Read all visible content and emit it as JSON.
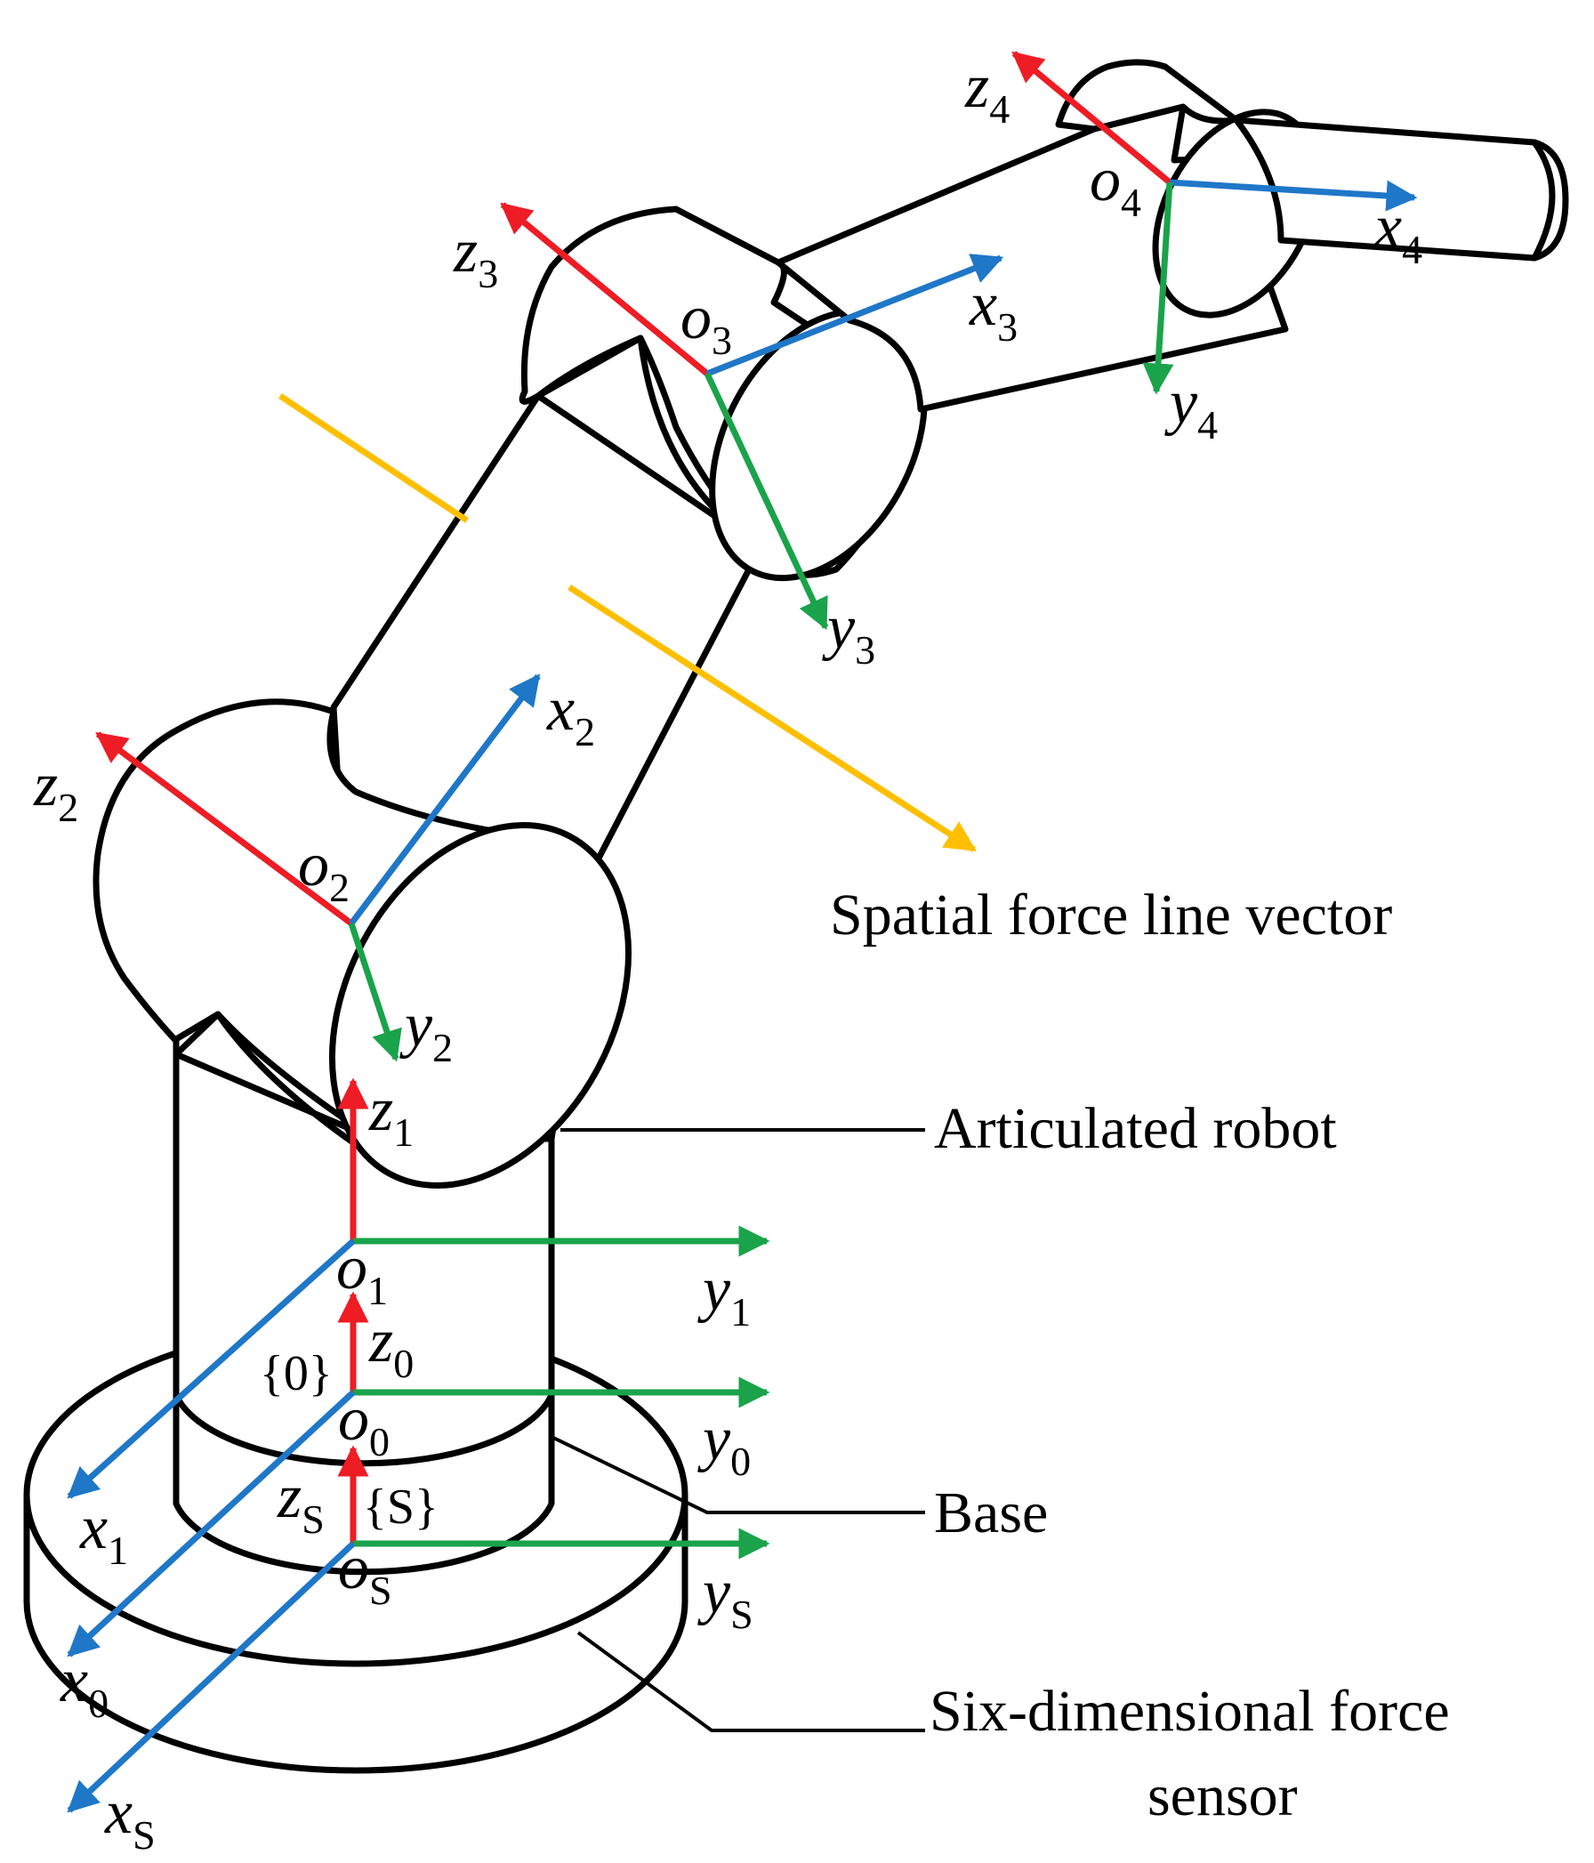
{
  "colors": {
    "z_axis": "#ee1c24",
    "x_axis": "#1f77c8",
    "y_axis": "#1aa34a",
    "force_line": "#ffbf00",
    "outline": "#000000"
  },
  "frames": {
    "o4": {
      "origin": "o",
      "origin_sub": "4",
      "z": "z",
      "z_sub": "4",
      "x": "x",
      "x_sub": "4",
      "y": "y",
      "y_sub": "4"
    },
    "o3": {
      "origin": "o",
      "origin_sub": "3",
      "z": "z",
      "z_sub": "3",
      "x": "x",
      "x_sub": "3",
      "y": "y",
      "y_sub": "3"
    },
    "o2": {
      "origin": "o",
      "origin_sub": "2",
      "z": "z",
      "z_sub": "2",
      "x": "x",
      "x_sub": "2",
      "y": "y",
      "y_sub": "2"
    },
    "o1": {
      "origin": "o",
      "origin_sub": "1",
      "z": "z",
      "z_sub": "1",
      "x": "x",
      "x_sub": "1",
      "y": "y",
      "y_sub": "1"
    },
    "o0": {
      "origin": "o",
      "origin_sub": "0",
      "z": "z",
      "z_sub": "0",
      "x": "x",
      "x_sub": "0",
      "y": "y",
      "y_sub": "0",
      "frame_label": "{0}"
    },
    "oS": {
      "origin": "o",
      "origin_sub": "S",
      "z": "z",
      "z_sub": "S",
      "x": "x",
      "x_sub": "S",
      "y": "y",
      "y_sub": "S",
      "frame_label": "{S}"
    }
  },
  "callouts": {
    "force_line": "Spatial force line vector",
    "robot": "Articulated robot",
    "base": "Base",
    "sensor_line1": "Six-dimensional force",
    "sensor_line2": "sensor"
  }
}
